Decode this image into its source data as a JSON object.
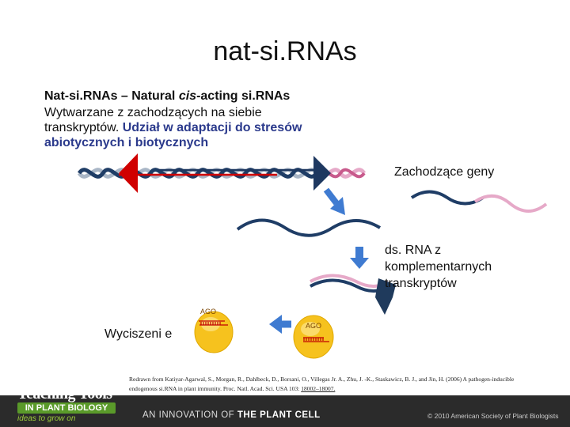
{
  "slide": {
    "title": "nat-si.RNAs",
    "heading_pre": "Nat-si.RNAs – Natural ",
    "heading_em": "cis",
    "heading_post": "-acting si.RNAs",
    "body_plain": "Wytwarzane z zachodzących na siebie transkryptów. ",
    "body_highlight": "Udział w adaptacji do stresów abiotycznych i biotycznych"
  },
  "diagram": {
    "label_genes": "Zachodzące geny",
    "label_dsrna": "ds. RNA z komplementarnych transkryptów",
    "label_silenced": "Wyciszeni e",
    "ago_label_1": "AGO",
    "ago_label_2": "AGO"
  },
  "citation": {
    "text": "Redrawn from Katiyar-Agarwal, S., Morgan, R., Dahlbeck, D., Borsani, O., Villegas Jr. A., Zhu, J. -K., Staskawicz, B. J., and Jin, H. (2006) A pathogen-inducible endogenous si.RNA in plant immunity. Proc. Natl. Acad. Sci. USA 103: ",
    "link": "18002–18007."
  },
  "footer": {
    "logo_line1": "Teaching Tools",
    "logo_line2": "IN PLANT BIOLOGY",
    "logo_line3": "ideas to grow on",
    "center_pre": "AN INNOVATION OF ",
    "center_bold": "THE PLANT CELL",
    "copyright": "© 2010 American Society of Plant Biologists"
  },
  "colors": {
    "strand_dark": "#1f3d66",
    "strand_light": "#a9b6c6",
    "strand_pink": "#e6a9c8",
    "arrow_red": "#d00000",
    "arrow_navy": "#1e3860",
    "flow_arrow": "#3f7bd1",
    "ago_fill": "#f6c21e",
    "footer_bg": "#2b2b2b"
  }
}
